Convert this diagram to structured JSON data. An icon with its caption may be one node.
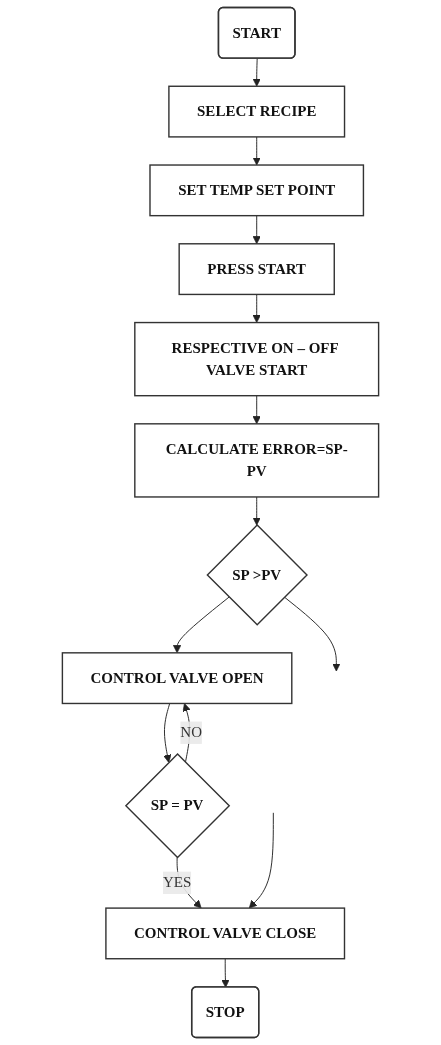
{
  "diagram": {
    "nodes": [
      {
        "text": [
          "START"
        ]
      },
      {
        "text": [
          "SELECT RECIPE"
        ]
      },
      {
        "text": [
          "SET TEMP SET POINT"
        ]
      },
      {
        "text": [
          "PRESS START"
        ]
      },
      {
        "text": [
          "RESPECTIVE ON – OFF VALVE START"
        ]
      },
      {
        "text": [
          "CALCULATE ERROR=SP-PV"
        ]
      },
      {
        "text": [
          "SP >PV"
        ]
      },
      {
        "text": [
          "CONTROL VALVE OPEN"
        ]
      },
      {
        "text": [
          "SP = PV"
        ]
      },
      {
        "text": [
          "CONTROL VALVE CLOSE"
        ]
      },
      {
        "text": [
          "STOP"
        ]
      }
    ],
    "edges": [
      {
        "from": 0,
        "to": 1,
        "arrow": "to"
      },
      {
        "from": 1,
        "to": 2,
        "arrow": "to"
      },
      {
        "from": 2,
        "to": 3,
        "arrow": "to"
      },
      {
        "from": 3,
        "to": 4,
        "arrow": "to"
      },
      {
        "from": 4,
        "to": 5,
        "arrow": "to"
      },
      {
        "from": 5,
        "to": 6,
        "arrow": "to"
      },
      {
        "from": 6,
        "to": null,
        "arrow": "to"
      },
      {
        "from": 6,
        "to": 7,
        "arrow": "to"
      },
      {
        "from": 7,
        "to": 8,
        "arrow": "to"
      },
      {
        "from": 8,
        "to": 7,
        "arrow": "to",
        "label": "NO"
      },
      {
        "from": 8,
        "to": 9,
        "arrow": "to",
        "label": "YES"
      },
      {
        "from": null,
        "to": 9,
        "arrow": "to"
      },
      {
        "from": 9,
        "to": 10,
        "arrow": "to"
      }
    ]
  }
}
